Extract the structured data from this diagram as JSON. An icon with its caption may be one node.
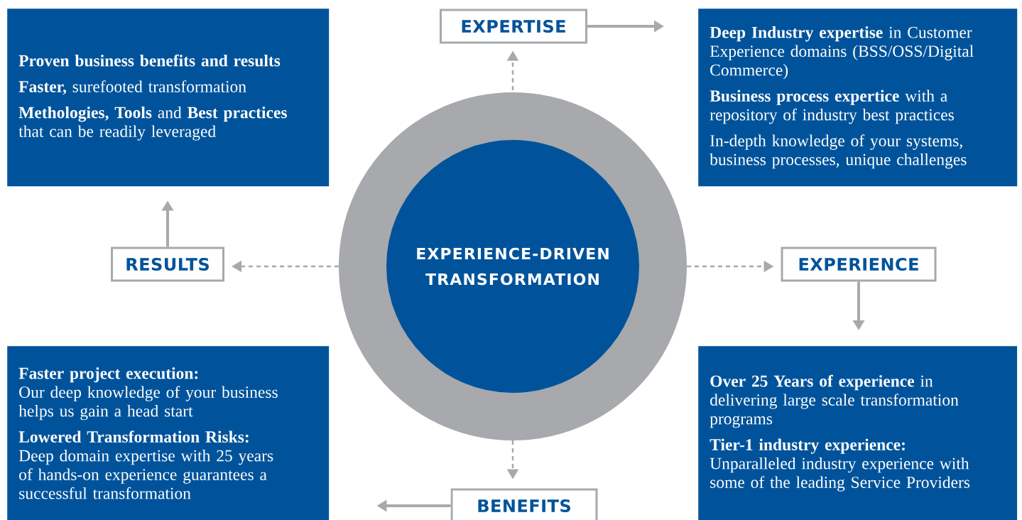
{
  "diagram": {
    "nodes": [
      {
        "text": [
          "EXPERIENCE-DRIVEN TRANSFORMATION"
        ]
      },
      {
        "text": [
          "EXPERTISE"
        ]
      },
      {
        "text": [
          "**Deep Industry expertise** in Customer Experience domains (BSS/OSS/Digital Commerce)",
          "**Business process expertice** with a repository of industry best practices",
          "In-depth knowledge of your systems, business processes, unique challenges"
        ]
      },
      {
        "text": [
          "EXPERIENCE"
        ]
      },
      {
        "text": [
          "**Over 25 Years of experience** in delivering large scale transformation programs",
          "Tier-1 industry experience:",
          "Unparalleled industry experience with some of the leading Service Providers"
        ]
      },
      {
        "text": [
          "BENEFITS"
        ]
      },
      {
        "text": [
          "Faster project execution:",
          "Our deep knowledge of your business helps us gain a head start",
          "Lowered Transformation Risks:",
          "Deep domain expertise with 25 years of hands-on experience guarantees a successful transformation"
        ]
      },
      {
        "text": [
          "RESULTS"
        ]
      },
      {
        "text": [
          "Proven business benefits and results",
          "**Faster,** surefooted transformation",
          "**Methologies, Tools** and **Best practices** that can be readily leveraged"
        ]
      }
    ],
    "edges": [
      {
        "from": 0,
        "to": 1,
        "arrow": "to",
        "style": "dashed"
      },
      {
        "from": 1,
        "to": 2,
        "arrow": "to"
      },
      {
        "from": 0,
        "to": 3,
        "arrow": "to",
        "style": "dashed"
      },
      {
        "from": 3,
        "to": 4,
        "arrow": "to"
      },
      {
        "from": 0,
        "to": 5,
        "arrow": "to",
        "style": "dashed"
      },
      {
        "from": 5,
        "to": 6,
        "arrow": "to"
      },
      {
        "from": 0,
        "to": 7,
        "arrow": "to",
        "style": "dashed"
      },
      {
        "from": 7,
        "to": 8,
        "arrow": "to"
      }
    ]
  }
}
